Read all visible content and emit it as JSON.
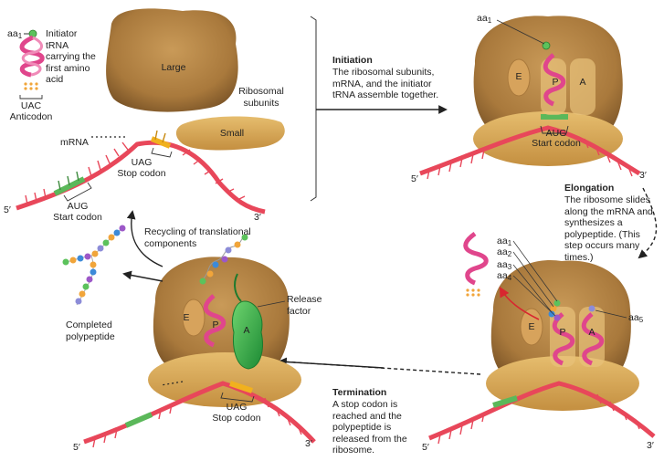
{
  "initiator": {
    "aa": "aa",
    "aa_sub": "1",
    "text": "Initiator\ntRNA\ncarrying the\nfirst amino\nacid",
    "anticodon_seq": "UAC",
    "anticodon_label": "Anticodon"
  },
  "subunits": {
    "large": "Large",
    "small": "Small",
    "label": "Ribosomal\nsubunits"
  },
  "mrna": {
    "label": "mRNA",
    "five_prime": "5′",
    "three_prime": "3′",
    "start_codon_seq": "AUG",
    "start_codon_label": "Start codon",
    "stop_codon_seq": "UAG",
    "stop_codon_label": "Stop codon"
  },
  "initiation": {
    "title": "Initiation",
    "text": "The ribosomal subunits, mRNA, and the initiator tRNA assemble together."
  },
  "elongation": {
    "title": "Elongation",
    "text": "The ribosome slides along the mRNA and synthesizes a polypeptide. (This step occurs many times.)"
  },
  "termination": {
    "title": "Termination",
    "text": "A stop codon is reached and the polypeptide is released from the ribosome."
  },
  "recycling": {
    "text": "Recycling of translational components"
  },
  "completed": {
    "text": "Completed polypeptide"
  },
  "release_factor": {
    "text": "Release factor",
    "site": "A"
  },
  "sites": {
    "E": "E",
    "P": "P",
    "A": "A"
  },
  "aa_labels": {
    "prefix": "aa",
    "subs": [
      "1",
      "2",
      "3",
      "4",
      "5"
    ]
  },
  "colors": {
    "ribosome": "#b8874a",
    "small_subunit": "#d8a85a",
    "trna": "#e0468c",
    "mrna": "#e8475a",
    "start_codon": "#5bb85a",
    "stop_codon": "#f1b11e",
    "release_factor": "#2ea84a"
  }
}
